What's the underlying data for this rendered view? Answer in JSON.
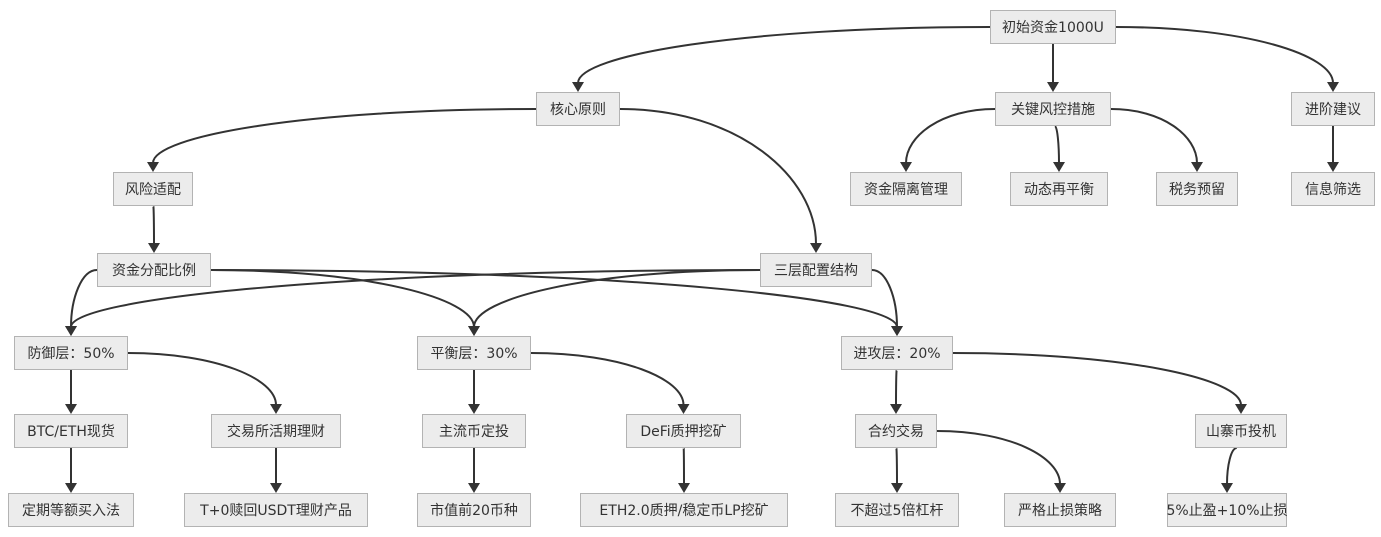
{
  "flowchart": {
    "nodes": {
      "root": "初始资金1000U",
      "core": "核心原则",
      "risk_ctrl": "关键风控措施",
      "advanced": "进阶建议",
      "risk_fit": "风险适配",
      "isolation": "资金隔离管理",
      "rebalance": "动态再平衡",
      "tax": "税务预留",
      "info": "信息筛选",
      "ratio": "资金分配比例",
      "three_layer": "三层配置结构",
      "defense": "防御层：50%",
      "balance": "平衡层：30%",
      "attack": "进攻层：20%",
      "btc_eth": "BTC/ETH现货",
      "exchange_flex": "交易所活期理财",
      "mainstream_dca": "主流币定投",
      "defi": "DeFi质押挖矿",
      "contract": "合约交易",
      "altcoin": "山寨币投机",
      "dca_method": "定期等额买入法",
      "usdt_product": "T+0赎回USDT理财产品",
      "top20": "市值前20币种",
      "eth_staking": "ETH2.0质押/稳定币LP挖矿",
      "leverage": "不超过5倍杠杆",
      "stop_loss": "严格止损策略",
      "tp_sl": "5%止盈+10%止损"
    },
    "edges": [
      [
        "root",
        "core"
      ],
      [
        "root",
        "risk_ctrl"
      ],
      [
        "root",
        "advanced"
      ],
      [
        "core",
        "risk_fit"
      ],
      [
        "core",
        "three_layer"
      ],
      [
        "risk_ctrl",
        "isolation"
      ],
      [
        "risk_ctrl",
        "rebalance"
      ],
      [
        "risk_ctrl",
        "tax"
      ],
      [
        "advanced",
        "info"
      ],
      [
        "risk_fit",
        "ratio"
      ],
      [
        "ratio",
        "defense"
      ],
      [
        "ratio",
        "balance"
      ],
      [
        "ratio",
        "attack"
      ],
      [
        "three_layer",
        "defense"
      ],
      [
        "three_layer",
        "balance"
      ],
      [
        "three_layer",
        "attack"
      ],
      [
        "defense",
        "btc_eth"
      ],
      [
        "defense",
        "exchange_flex"
      ],
      [
        "balance",
        "mainstream_dca"
      ],
      [
        "balance",
        "defi"
      ],
      [
        "attack",
        "contract"
      ],
      [
        "attack",
        "altcoin"
      ],
      [
        "btc_eth",
        "dca_method"
      ],
      [
        "exchange_flex",
        "usdt_product"
      ],
      [
        "mainstream_dca",
        "top20"
      ],
      [
        "defi",
        "eth_staking"
      ],
      [
        "contract",
        "leverage"
      ],
      [
        "contract",
        "stop_loss"
      ],
      [
        "altcoin",
        "tp_sl"
      ]
    ]
  }
}
